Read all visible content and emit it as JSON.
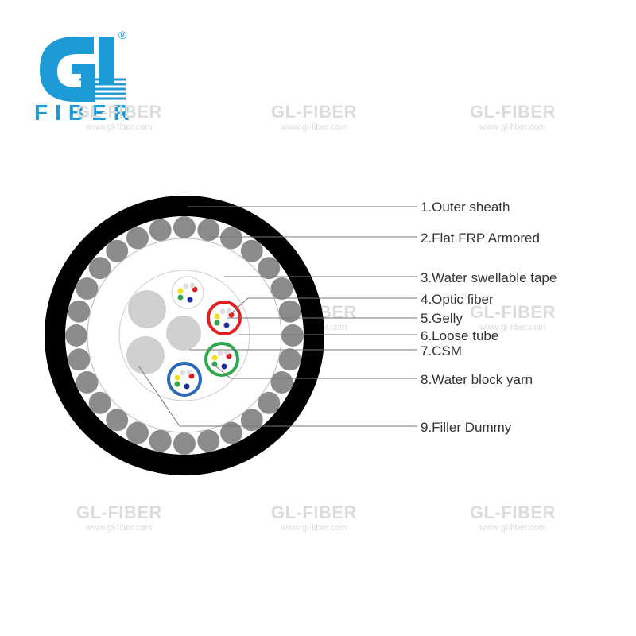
{
  "brand": {
    "name": "FIBER",
    "registered_mark": "®",
    "logo_letters": "GL",
    "color": "#1e9ad6"
  },
  "watermark": {
    "title": "GL-FIBER",
    "url": "www.gl-fiber.com"
  },
  "labels": [
    "1.Outer sheath",
    "2.Flat FRP Armored",
    "3.Water swellable tape",
    "4.Optic fiber",
    "5.Gelly",
    "6.Loose tube",
    "7.CSM",
    "8.Water block yarn",
    "9.Filler Dummy"
  ],
  "colors": {
    "sheath": "#000000",
    "armor": "#8c8c8c",
    "filler": "#d0d0d0",
    "tube_red": "#e02020",
    "tube_green": "#2aa84a",
    "tube_blue": "#2a68b8",
    "line": "#777777"
  },
  "fiber_colors": [
    "#f0e020",
    "#2aa84a",
    "#e02020",
    "#1a2fa0",
    "#e0e0e0",
    "#e0e0e0"
  ]
}
